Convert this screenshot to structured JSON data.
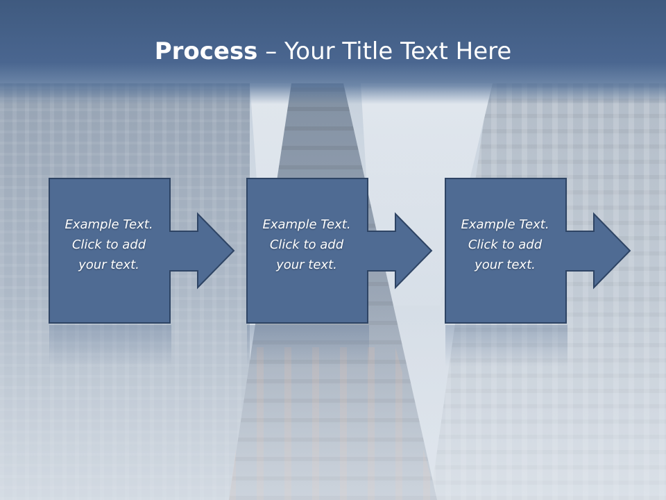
{
  "slide": {
    "title_bold": "Process",
    "title_rest": " – Your Title Text Here"
  },
  "steps": [
    {
      "line1": "Example Text.",
      "line2": "Click  to add",
      "line3": "your text."
    },
    {
      "line1": "Example Text.",
      "line2": "Click  to add",
      "line3": "your text."
    },
    {
      "line1": "Example Text.",
      "line2": "Click  to add",
      "line3": "your text."
    }
  ],
  "colors": {
    "title_band": "#3f5a7f",
    "box_fill": "#4f6b93",
    "box_border": "#2e4464",
    "text": "#ffffff"
  }
}
